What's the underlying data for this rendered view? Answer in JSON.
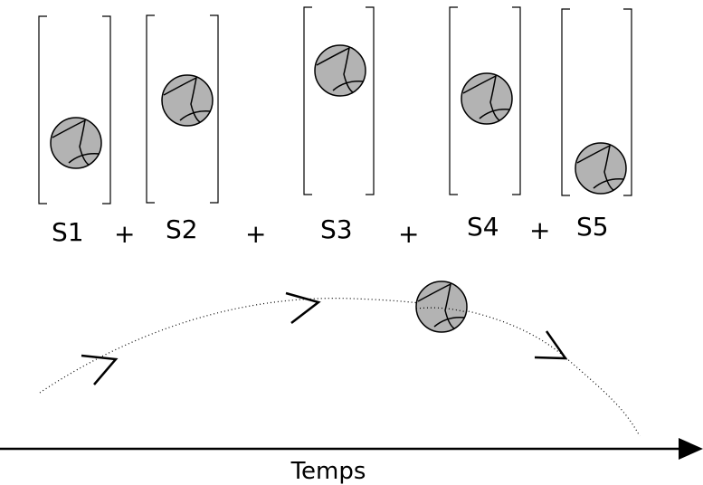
{
  "snapshots": [
    {
      "label": "S1"
    },
    {
      "label": "S2"
    },
    {
      "label": "S3"
    },
    {
      "label": "S4"
    },
    {
      "label": "S5"
    }
  ],
  "plus_sign": "+",
  "axis": {
    "label": "Temps"
  },
  "colors": {
    "ball": "#b3b3b3",
    "stroke": "#000000"
  }
}
